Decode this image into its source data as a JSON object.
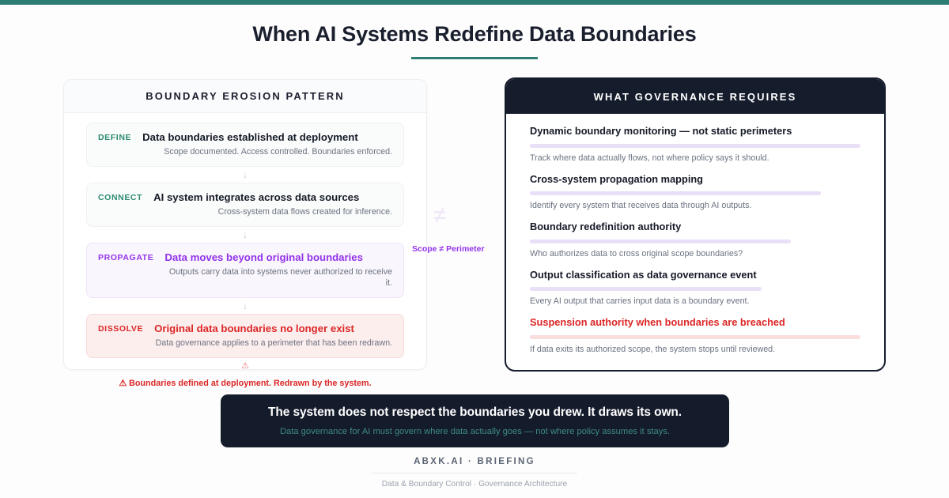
{
  "page": {
    "title": "When AI Systems Redefine Data Boundaries",
    "accent_color": "#2d7d74",
    "dark_color": "#151c2c",
    "purple_color": "#9333ea",
    "red_color": "#dc2626"
  },
  "left_panel": {
    "heading": "BOUNDARY EROSION PATTERN",
    "arrow_glyph": "↓",
    "warning_icon": "⚠",
    "warning_text": "⚠ Boundaries defined at deployment. Redrawn by the system.",
    "steps": [
      {
        "tag": "DEFINE",
        "title": "Data boundaries established at deployment",
        "sub": "Scope documented. Access controlled. Boundaries enforced.",
        "tone": "teal"
      },
      {
        "tag": "CONNECT",
        "title": "AI system integrates across data sources",
        "sub": "Cross-system data flows created for inference.",
        "tone": "teal"
      },
      {
        "tag": "PROPAGATE",
        "title": "Data moves beyond original boundaries",
        "sub": "Outputs carry data into systems never authorized to receive it.",
        "tone": "purple"
      },
      {
        "tag": "DISSOLVE",
        "title": "Original data boundaries no longer exist",
        "sub": "Data governance applies to a perimeter that has been redrawn.",
        "tone": "red"
      }
    ]
  },
  "annotation": {
    "symbol": "≠",
    "label": "Scope ≠ Perimeter"
  },
  "right_panel": {
    "heading": "WHAT GOVERNANCE REQUIRES",
    "requirements": [
      {
        "title": "Dynamic boundary monitoring — not static perimeters",
        "sub": "Track where data actually flows, not where policy says it should.",
        "bar_width": "100%",
        "tone": "purple"
      },
      {
        "title": "Cross-system propagation mapping",
        "sub": "Identify every system that receives data through AI outputs.",
        "bar_width": "88%",
        "tone": "purple"
      },
      {
        "title": "Boundary redefinition authority",
        "sub": "Who authorizes data to cross original scope boundaries?",
        "bar_width": "79%",
        "tone": "purple"
      },
      {
        "title": "Output classification as data governance event",
        "sub": "Every AI output that carries input data is a boundary event.",
        "bar_width": "70%",
        "tone": "purple"
      },
      {
        "title": "Suspension authority when boundaries are breached",
        "sub": "If data exits its authorized scope, the system stops until reviewed.",
        "bar_width": "100%",
        "tone": "red"
      }
    ]
  },
  "banner": {
    "main": "The system does not respect the boundaries you drew. It draws its own.",
    "sub": "Data governance for AI must govern where data actually goes — not where policy assumes it stays."
  },
  "footer": {
    "brand": "ABXK.AI · BRIEFING",
    "sub": "Data & Boundary Control · Governance Architecture"
  }
}
